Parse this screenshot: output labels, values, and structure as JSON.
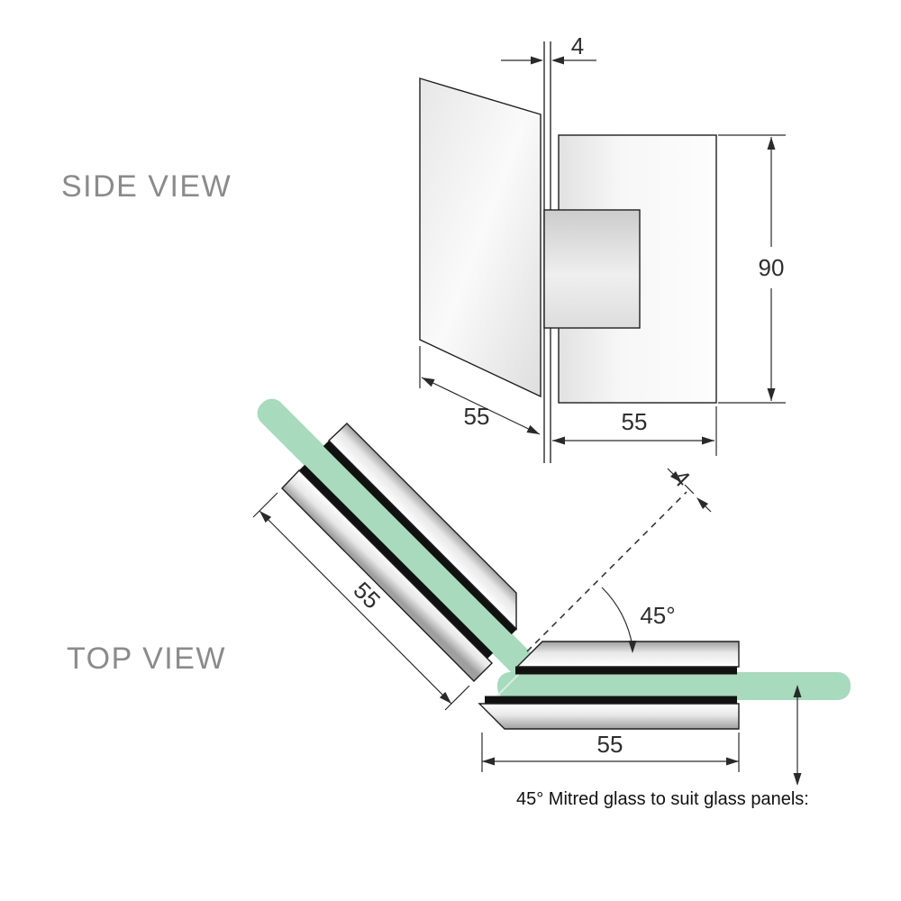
{
  "side_view": {
    "label": "SIDE VIEW",
    "dim_glass_thickness": "4",
    "dim_height": "90",
    "dim_panel_width": "55",
    "dim_plate_width": "55"
  },
  "top_view": {
    "label": "TOP VIEW",
    "dim_mitre_thickness": "4",
    "dim_angle": "45°",
    "dim_left_width": "55",
    "dim_bottom_width": "55",
    "caption": "45° Mitred glass to suit glass panels:"
  },
  "colors": {
    "glass_green": "#a8dabd",
    "glass_green_edge": "#8cc7a8",
    "line": "#2a2a2a",
    "view_label_gray": "#8b8b8b"
  }
}
